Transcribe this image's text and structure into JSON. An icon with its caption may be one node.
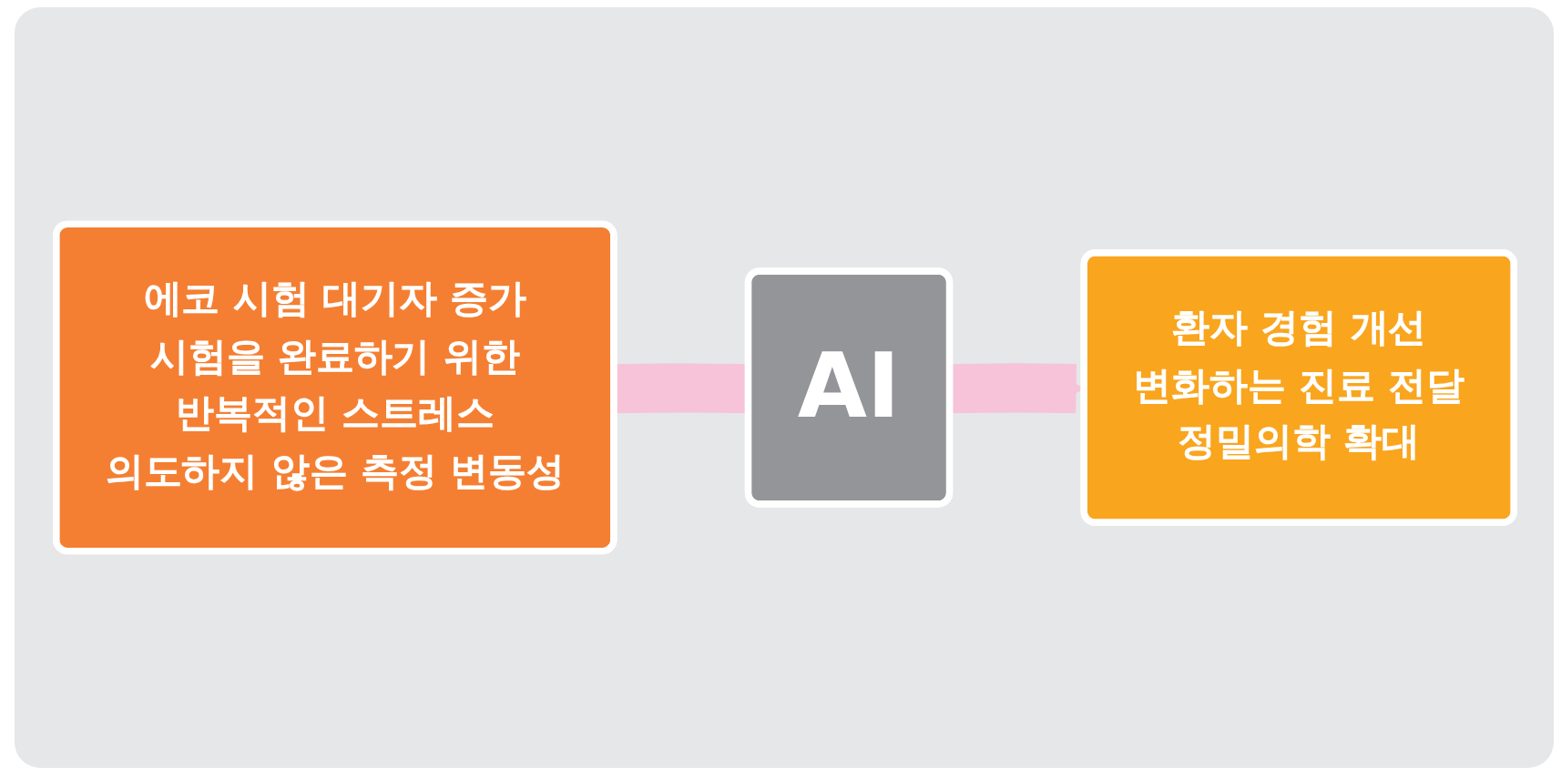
{
  "diagram": {
    "nodes": [
      {
        "text": [
          "에코 시험 대기자 증가",
          "시험을 완료하기 위한",
          "반복적인 스트레스",
          "의도하지 않은 측정 변동성"
        ]
      },
      {
        "text": [
          "AI"
        ]
      },
      {
        "text": [
          "환자 경험 개선",
          "변화하는 진료 전달",
          "정밀의학 확대"
        ]
      }
    ],
    "edges": [
      {
        "from": 0,
        "to": 1,
        "arrow": "none"
      },
      {
        "from": 1,
        "to": 2,
        "arrow": "to"
      }
    ]
  }
}
